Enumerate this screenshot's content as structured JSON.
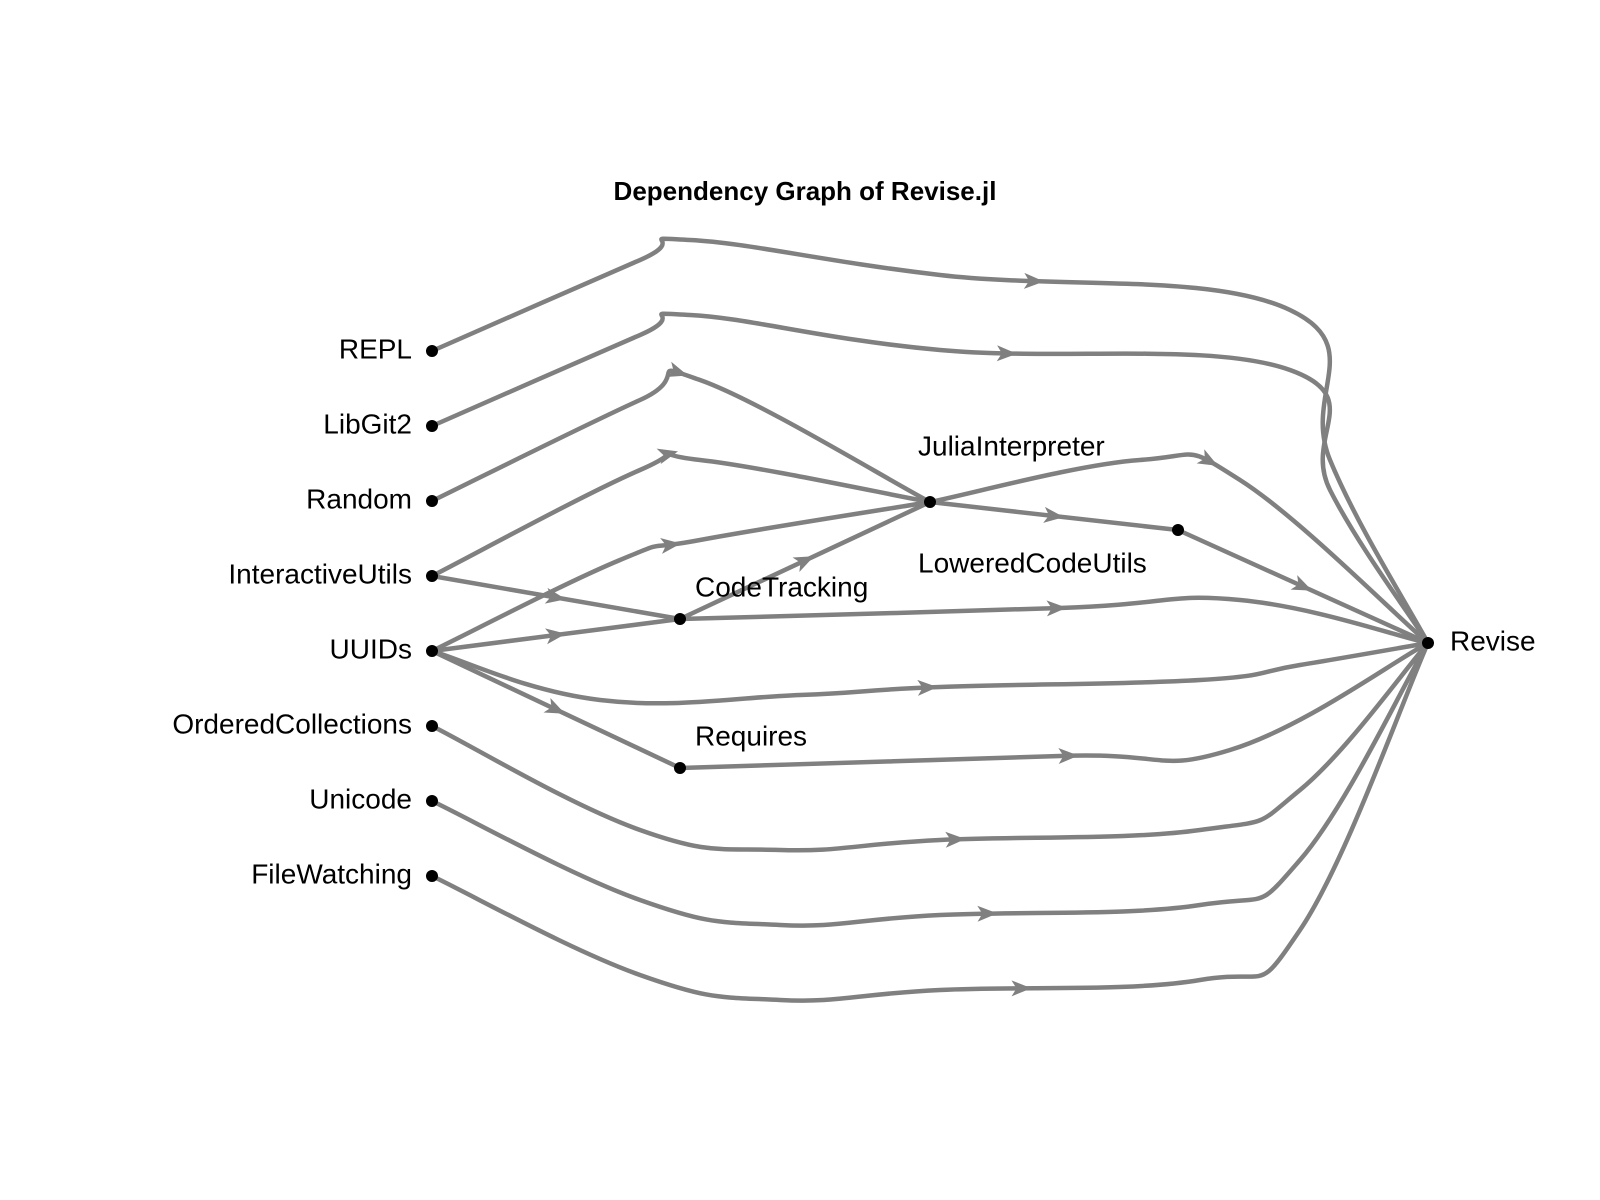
{
  "title": "Dependency Graph of Revise.jl",
  "colors": {
    "edge": "#808080",
    "node": "#000000",
    "text": "#000000",
    "background": "#ffffff"
  },
  "nodes": [
    {
      "id": "REPL",
      "label": "REPL"
    },
    {
      "id": "LibGit2",
      "label": "LibGit2"
    },
    {
      "id": "Random",
      "label": "Random"
    },
    {
      "id": "InteractiveUtils",
      "label": "InteractiveUtils"
    },
    {
      "id": "UUIDs",
      "label": "UUIDs"
    },
    {
      "id": "OrderedCollections",
      "label": "OrderedCollections"
    },
    {
      "id": "Unicode",
      "label": "Unicode"
    },
    {
      "id": "FileWatching",
      "label": "FileWatching"
    },
    {
      "id": "CodeTracking",
      "label": "CodeTracking"
    },
    {
      "id": "Requires",
      "label": "Requires"
    },
    {
      "id": "JuliaInterpreter",
      "label": "JuliaInterpreter"
    },
    {
      "id": "LoweredCodeUtils",
      "label": "LoweredCodeUtils"
    },
    {
      "id": "Revise",
      "label": "Revise"
    }
  ],
  "edges": [
    {
      "from": "REPL",
      "to": "Revise"
    },
    {
      "from": "LibGit2",
      "to": "Revise"
    },
    {
      "from": "Random",
      "to": "JuliaInterpreter"
    },
    {
      "from": "InteractiveUtils",
      "to": "JuliaInterpreter"
    },
    {
      "from": "InteractiveUtils",
      "to": "CodeTracking"
    },
    {
      "from": "UUIDs",
      "to": "JuliaInterpreter"
    },
    {
      "from": "UUIDs",
      "to": "CodeTracking"
    },
    {
      "from": "UUIDs",
      "to": "Revise"
    },
    {
      "from": "UUIDs",
      "to": "Requires"
    },
    {
      "from": "CodeTracking",
      "to": "JuliaInterpreter"
    },
    {
      "from": "CodeTracking",
      "to": "Revise"
    },
    {
      "from": "JuliaInterpreter",
      "to": "Revise"
    },
    {
      "from": "JuliaInterpreter",
      "to": "LoweredCodeUtils"
    },
    {
      "from": "LoweredCodeUtils",
      "to": "Revise"
    },
    {
      "from": "Requires",
      "to": "Revise"
    },
    {
      "from": "OrderedCollections",
      "to": "Revise"
    },
    {
      "from": "Unicode",
      "to": "Revise"
    },
    {
      "from": "FileWatching",
      "to": "Revise"
    }
  ]
}
